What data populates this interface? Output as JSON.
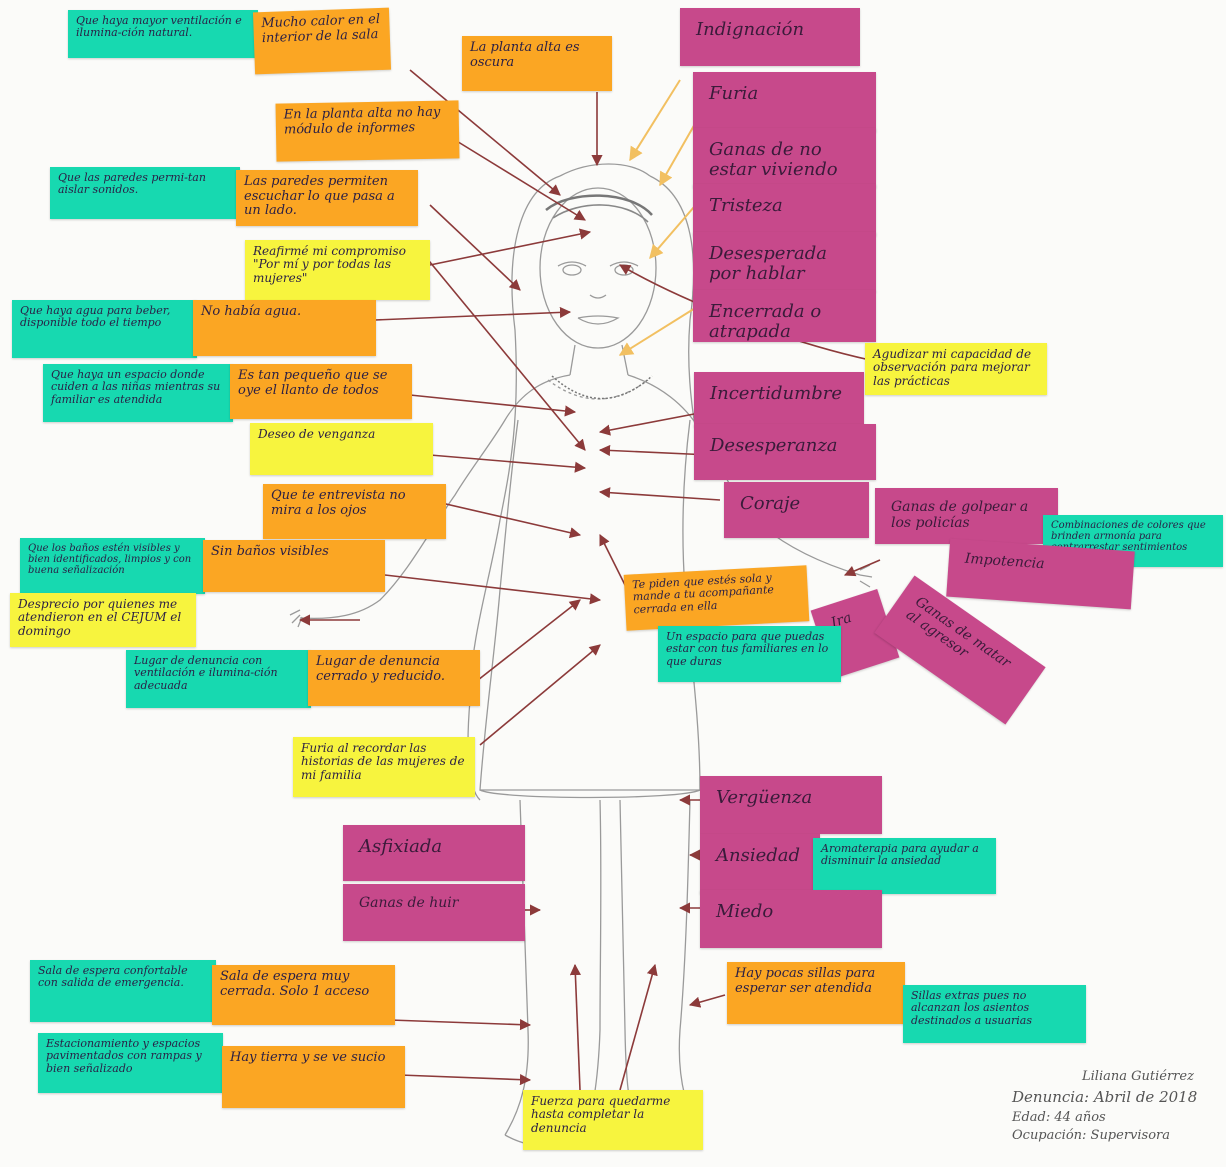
{
  "notes": {
    "n01": "Que haya mayor ventilación e ilumina-ción natural.",
    "n02": "Mucho calor en el interior de la sala",
    "n03": "La planta alta es oscura",
    "n04": "Indignación",
    "n05": "Furia",
    "n06": "En la planta alta no hay módulo de informes",
    "n07": "Ganas de no estar viviendo eso.",
    "n08": "Que las paredes permi-tan aislar sonidos.",
    "n09": "Las paredes permiten escuchar lo que pasa a un lado.",
    "n10": "Tristeza",
    "n11": "Reafirmé mi compromiso \"Por mí y por todas las mujeres\"",
    "n12": "Desesperada por hablar",
    "n13": "Que haya agua para beber, disponible todo el tiempo",
    "n14": "No había agua.",
    "n15": "Encerrada o atrapada",
    "n16": "Agudizar mi capacidad de observación para mejorar las prácticas",
    "n17": "Que haya un espacio donde cuiden a las niñas mientras su familiar es atendida",
    "n18": "Es tan pequeño que se oye el llanto de todos",
    "n19": "Incertidumbre",
    "n20": "Deseo de venganza",
    "n21": "Desesperanza",
    "n22": "Que te entrevista no mira a los ojos",
    "n23": "Coraje",
    "n24": "Ganas de golpear a los policías",
    "n25": "Combinaciones de colores que brinden armonía para contrarrestar sentimientos negativos",
    "n26": "Que los baños estén visibles y bien identificados, limpios y con buena señalización",
    "n27": "Sin baños visibles",
    "n28": "Te piden que estés sola y mande a tu acompañante cerrada en ella",
    "n29": "Impotencia",
    "n30": "Desprecio por quienes me atendieron en el CEJUM el domingo",
    "n31": "Ira",
    "n32": "Ganas de matar al agresor",
    "n33": "Un espacio para que puedas estar con tus familiares en lo que duras",
    "n34": "Lugar de denuncia con ventilación e ilumina-ción adecuada",
    "n35": "Lugar de denuncia cerrado y reducido.",
    "n36": "Furia al recordar las historias de las mujeres de mi familia",
    "n37": "Vergüenza",
    "n38": "Asfixiada",
    "n39": "Ansiedad",
    "n40": "Aromaterapia para ayudar a disminuir la ansiedad",
    "n41": "Ganas de huir",
    "n42": "Miedo",
    "n43": "Sala de espera confortable con salida de emergencia.",
    "n44": "Sala de espera muy cerrada. Solo 1 acceso",
    "n45": "Hay pocas sillas para esperar ser atendida",
    "n46": "Sillas extras pues no alcanzan los asientos destinados a usuarias",
    "n47": "Estacionamiento y espacios pavimentados con rampas y bien señalizado",
    "n48": "Hay tierra y se ve sucio",
    "n49": "Fuerza para quedarme hasta completar la denuncia"
  },
  "signature": {
    "name": "Liliana Gutiérrez",
    "date": "Denuncia: Abril de 2018",
    "age": "Edad: 44 años",
    "occupation": "Ocupación: Supervisora"
  },
  "colors": {
    "orange": "#fba623",
    "yellow": "#f7f43e",
    "teal": "#17d9b0",
    "pink": "#c7498b",
    "arrow": "#8c3a3a"
  }
}
